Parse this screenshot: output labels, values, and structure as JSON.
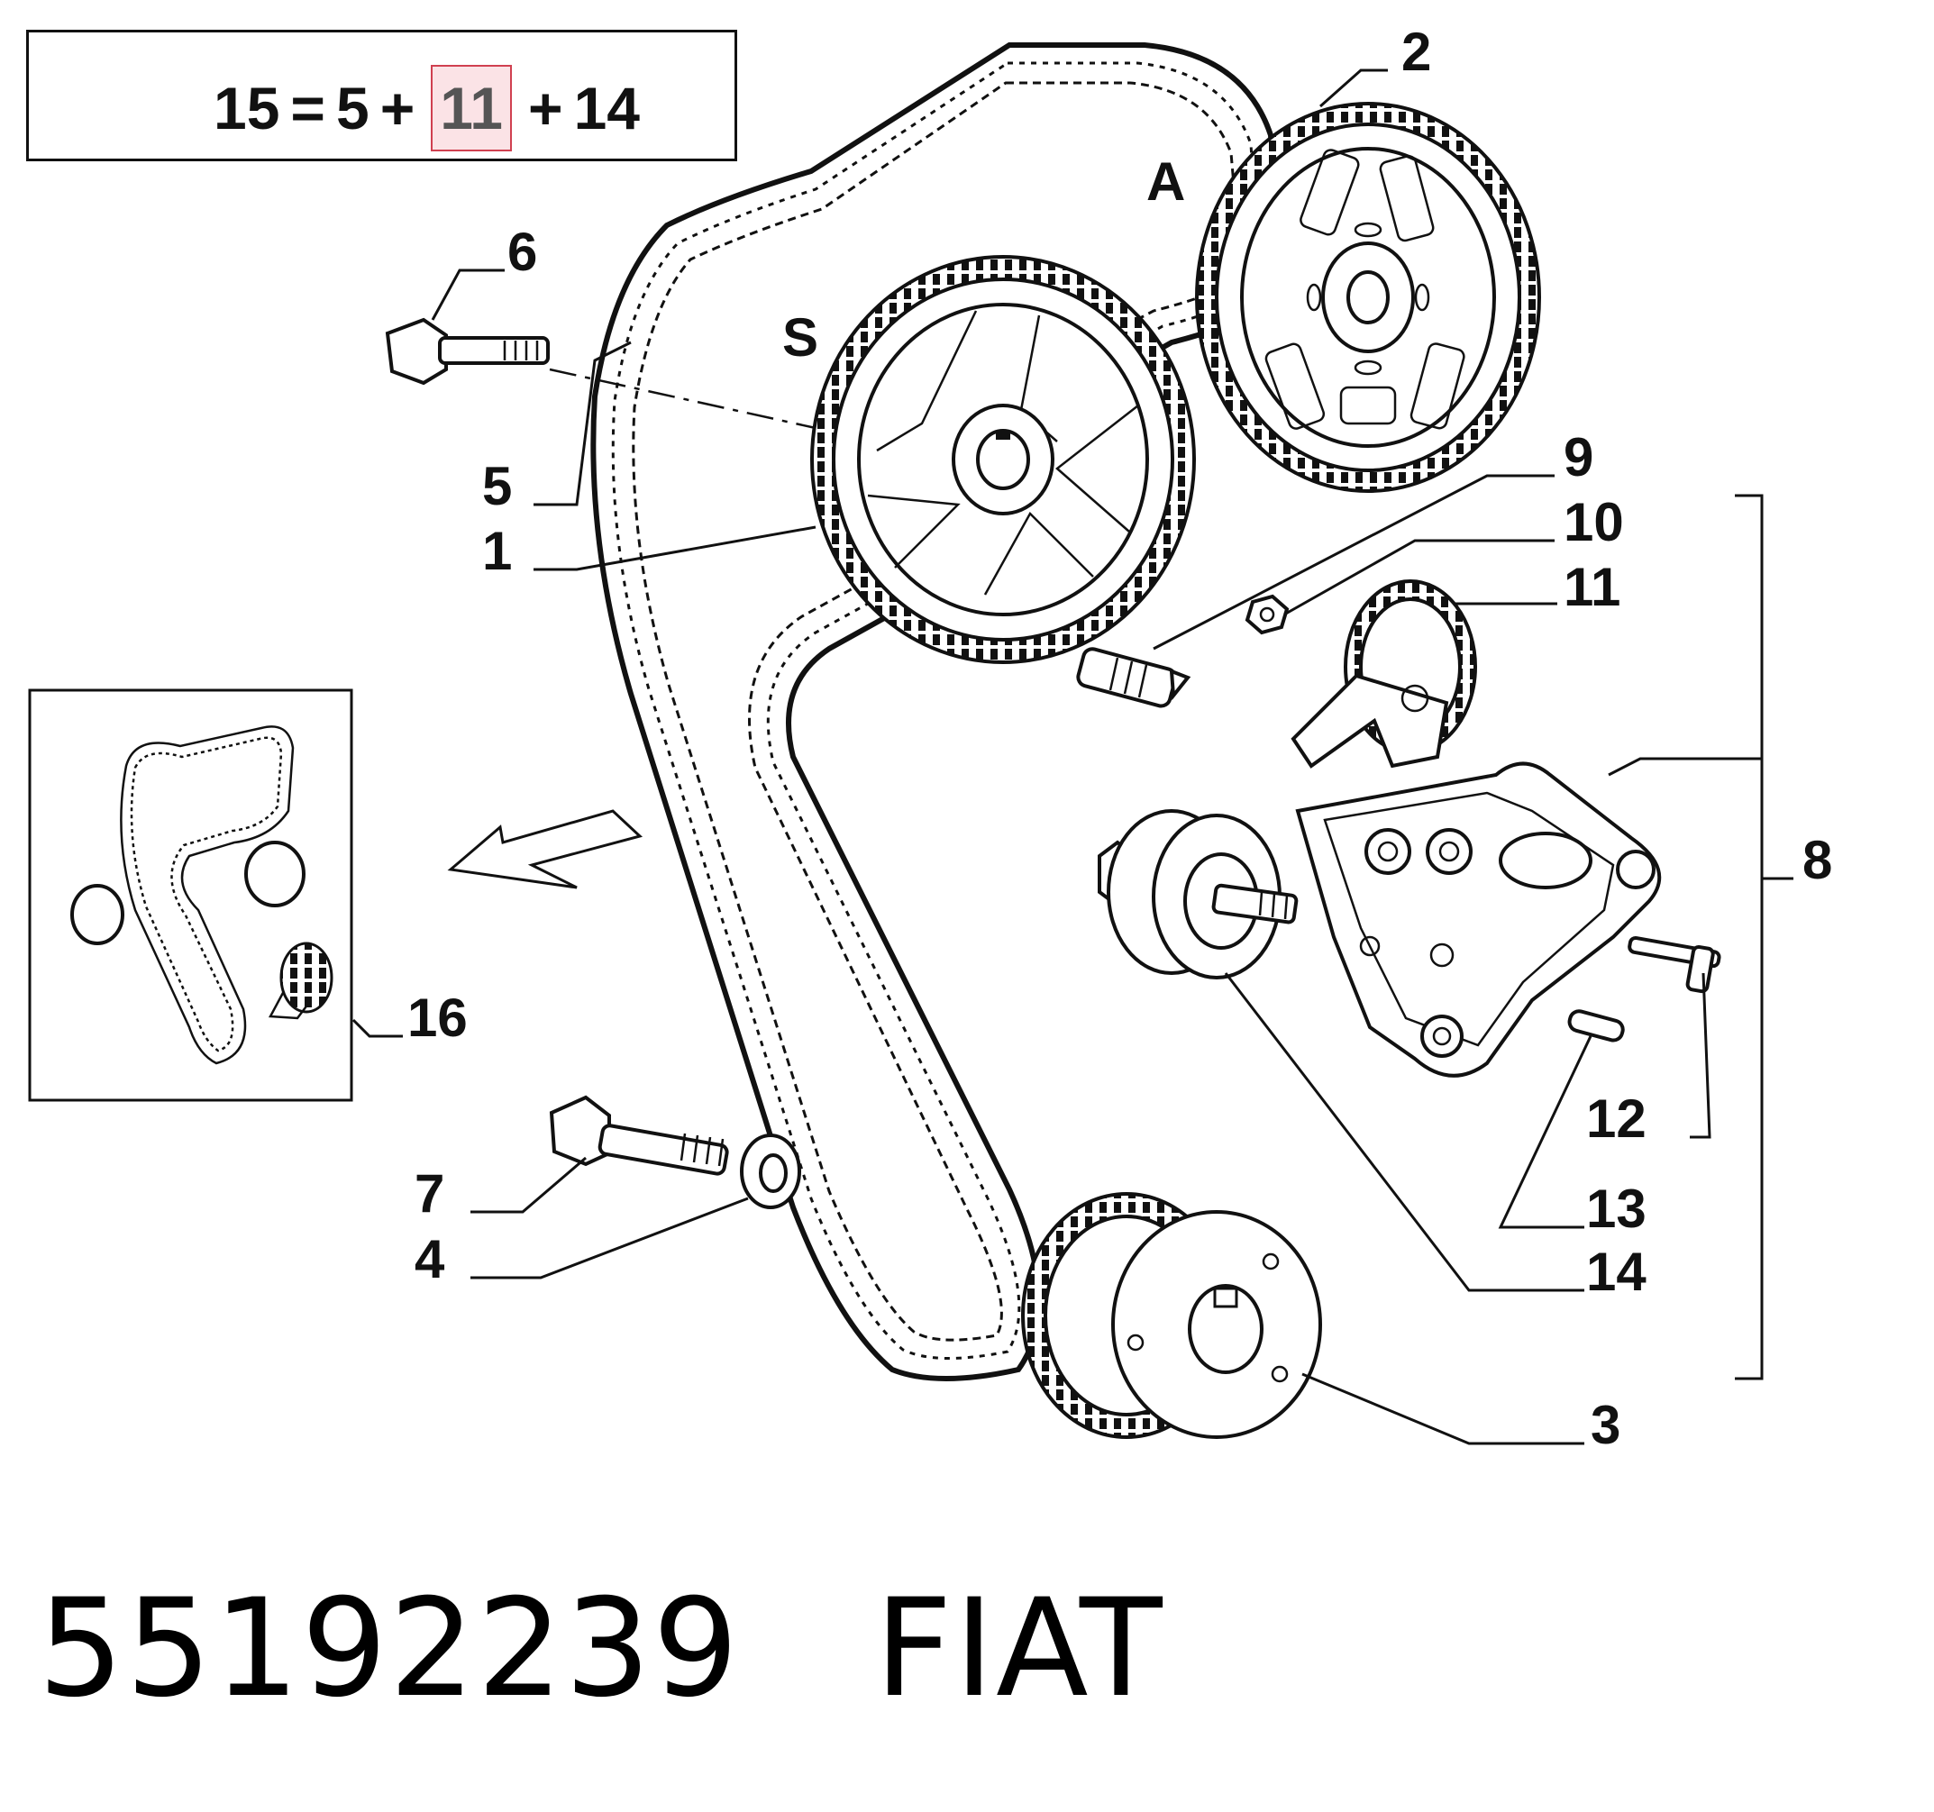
{
  "kit_formula": {
    "result": "15",
    "equals": "=",
    "plus": "+",
    "terms": [
      "5",
      "11",
      "14"
    ],
    "highlighted_term": "11",
    "highlight_color": "#fbe3e6",
    "highlight_border": "#d04050",
    "kit_icon": "fiat-parts-kit-icon"
  },
  "letters": {
    "a": "A",
    "s": "S"
  },
  "callouts": {
    "c1": "1",
    "c2": "2",
    "c3": "3",
    "c4": "4",
    "c5": "5",
    "c6": "6",
    "c7": "7",
    "c8": "8",
    "c9": "9",
    "c10": "10",
    "c11": "11",
    "c12": "12",
    "c13": "13",
    "c14": "14",
    "c16": "16"
  },
  "caption": {
    "part_number": "55192239",
    "brand": "FIAT"
  }
}
